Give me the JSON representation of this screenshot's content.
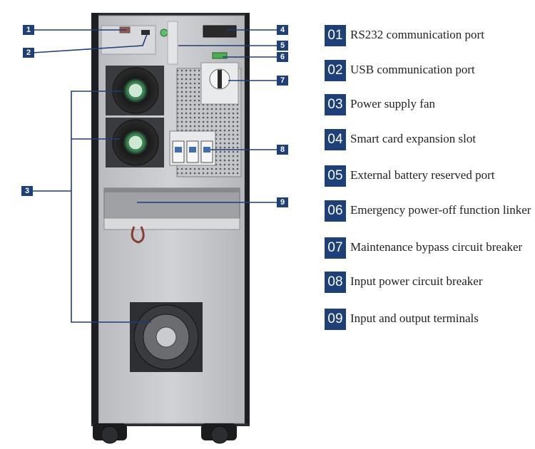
{
  "colors": {
    "callout": "#1d3f7a",
    "leader": "#1d3f7a",
    "cabinet_body": "#c7c9cc",
    "cabinet_frame": "#2a2b2e",
    "badge_text": "#ffffff"
  },
  "callouts": [
    {
      "num": "1"
    },
    {
      "num": "2"
    },
    {
      "num": "3"
    },
    {
      "num": "4"
    },
    {
      "num": "5"
    },
    {
      "num": "6"
    },
    {
      "num": "7"
    },
    {
      "num": "8"
    },
    {
      "num": "9"
    }
  ],
  "legend": [
    {
      "num": "01",
      "label": "RS232 communication port"
    },
    {
      "num": "02",
      "label": "USB communication port"
    },
    {
      "num": "03",
      "label": "Power supply fan"
    },
    {
      "num": "04",
      "label": "Smart card expansion slot"
    },
    {
      "num": "05",
      "label": "External battery reserved port"
    },
    {
      "num": "06",
      "label": "Emergency power-off function linker"
    },
    {
      "num": "07",
      "label": "Maintenance bypass circuit breaker"
    },
    {
      "num": "08",
      "label": "Input power circuit breaker"
    },
    {
      "num": "09",
      "label": "Input and output terminals"
    }
  ],
  "icons": [
    "fan-icon",
    "circuit-breaker-icon",
    "rotary-switch-icon",
    "caster-wheel-icon",
    "vent-grille-icon"
  ]
}
